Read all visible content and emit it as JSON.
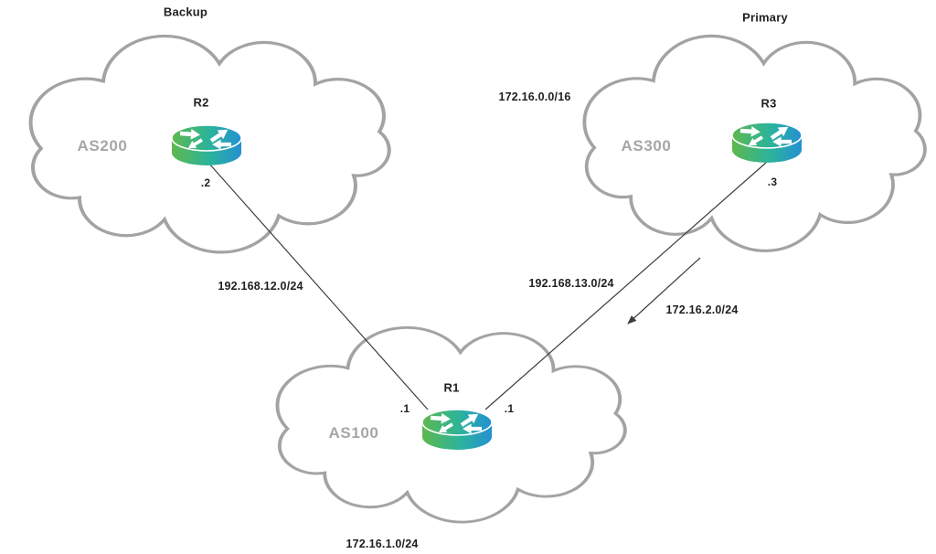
{
  "clouds": [
    {
      "name": "AS200",
      "role_label": "Backup",
      "router": {
        "name": "R2",
        "interface": ".2"
      }
    },
    {
      "name": "AS300",
      "role_label": "Primary",
      "network": "172.16.0.0/16",
      "router": {
        "name": "R3",
        "interface": ".3"
      }
    },
    {
      "name": "AS100",
      "network": "172.16.1.0/24",
      "router": {
        "name": "R1",
        "interface_to_r2": ".1",
        "interface_to_r3": ".1"
      }
    }
  ],
  "links": [
    {
      "subnet": "192.168.12.0/24"
    },
    {
      "subnet": "192.168.13.0/24"
    }
  ],
  "advertised_route": {
    "subnet": "172.16.2.0/24"
  },
  "icons": {
    "cloud": "network-cloud-shape",
    "router": "cisco-router-cylinder-with-arrows",
    "arrow": "route-direction-arrowhead"
  },
  "colors": {
    "background": "#ffffff",
    "cloud_stroke": "#a3a3a3",
    "cloud_fill": "#ffffff",
    "as_label_text": "#a6a6a6",
    "label_text": "#1f1f1f",
    "connector_line": "#3d3d3d",
    "router_green": "#5eb84e",
    "router_teal": "#2bb39c",
    "router_blue": "#2490d2",
    "router_arrow": "#ffffff"
  }
}
